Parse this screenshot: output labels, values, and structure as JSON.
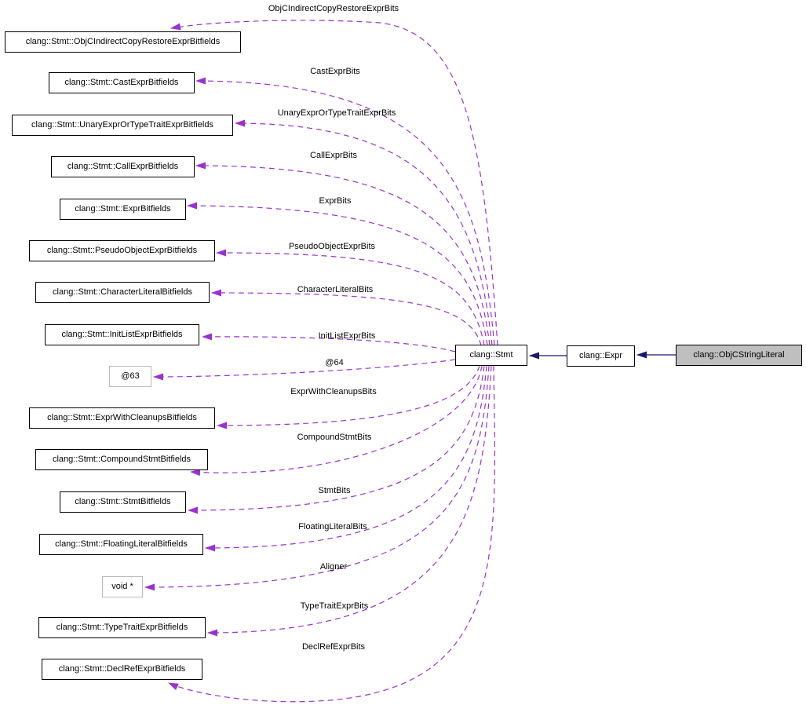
{
  "nodes": {
    "stmt": {
      "label": "clang::Stmt"
    },
    "expr": {
      "label": "clang::Expr"
    },
    "main": {
      "label": "clang::ObjCStringLiteral"
    },
    "left": [
      {
        "label": "clang::Stmt::ObjCIndirectCopyRestoreExprBitfields"
      },
      {
        "label": "clang::Stmt::CastExprBitfields"
      },
      {
        "label": "clang::Stmt::UnaryExprOrTypeTraitExprBitfields"
      },
      {
        "label": "clang::Stmt::CallExprBitfields"
      },
      {
        "label": "clang::Stmt::ExprBitfields"
      },
      {
        "label": "clang::Stmt::PseudoObjectExprBitfields"
      },
      {
        "label": "clang::Stmt::CharacterLiteralBitfields"
      },
      {
        "label": "clang::Stmt::InitListExprBitfields"
      },
      {
        "label": "@63"
      },
      {
        "label": "clang::Stmt::ExprWithCleanupsBitfields"
      },
      {
        "label": "clang::Stmt::CompoundStmtBitfields"
      },
      {
        "label": "clang::Stmt::StmtBitfields"
      },
      {
        "label": "clang::Stmt::FloatingLiteralBitfields"
      },
      {
        "label": "void *"
      },
      {
        "label": "clang::Stmt::TypeTraitExprBitfields"
      },
      {
        "label": "clang::Stmt::DeclRefExprBitfields"
      }
    ]
  },
  "edge_labels": [
    "ObjCIndirectCopyRestoreExprBits",
    "CastExprBits",
    "UnaryExprOrTypeTraitExprBits",
    "CallExprBits",
    "ExprBits",
    "PseudoObjectExprBits",
    "CharacterLiteralBits",
    "InitListExprBits",
    "@64",
    "ExprWithCleanupsBits",
    "CompoundStmtBits",
    "StmtBits",
    "FloatingLiteralBits",
    "Aligner",
    "TypeTraitExprBits",
    "DeclRefExprBits"
  ],
  "colors": {
    "usage_edge": "#9a32cd",
    "inheritance_edge": "#191970",
    "node_border": "#000000",
    "anon_node_border": "#b9b9b9",
    "main_node_fill": "#bfbfbf",
    "background": "#ffffff"
  }
}
